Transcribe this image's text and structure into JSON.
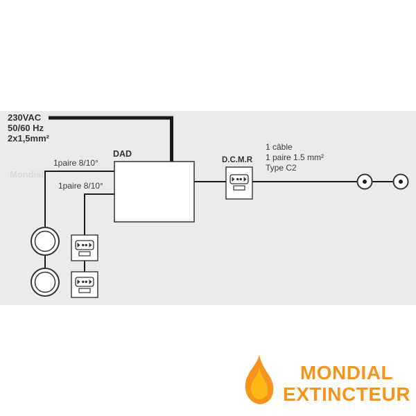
{
  "diagram": {
    "power": {
      "line1": "230VAC",
      "line2": "50/60 Hz",
      "line3": "2x1,5mm²"
    },
    "dad_label": "DAD",
    "pair_label_top": "1paire 8/10°",
    "pair_label_bottom": "1paire 8/10°",
    "dcmr_label": "D.C.M.R",
    "cable": {
      "line1": "1 câble",
      "line2": "1 paire 1.5 mm²",
      "line3": "Type C2"
    },
    "icons": {
      "dad_unit": "control-panel-box",
      "dcmr_device": "call-point-icon",
      "call_points": "call-point-icon",
      "sounders": "bell-circle-icon",
      "detectors": "detector-dot-circle-icon"
    }
  },
  "watermark": "Mondial",
  "logo": {
    "line1": "MONDIAL",
    "line2": "EXTINCTEUR",
    "flame": "flame-icon"
  },
  "colors": {
    "accent": "#F7941E",
    "band": "#EBEBEB",
    "line": "#1A1A1A"
  }
}
